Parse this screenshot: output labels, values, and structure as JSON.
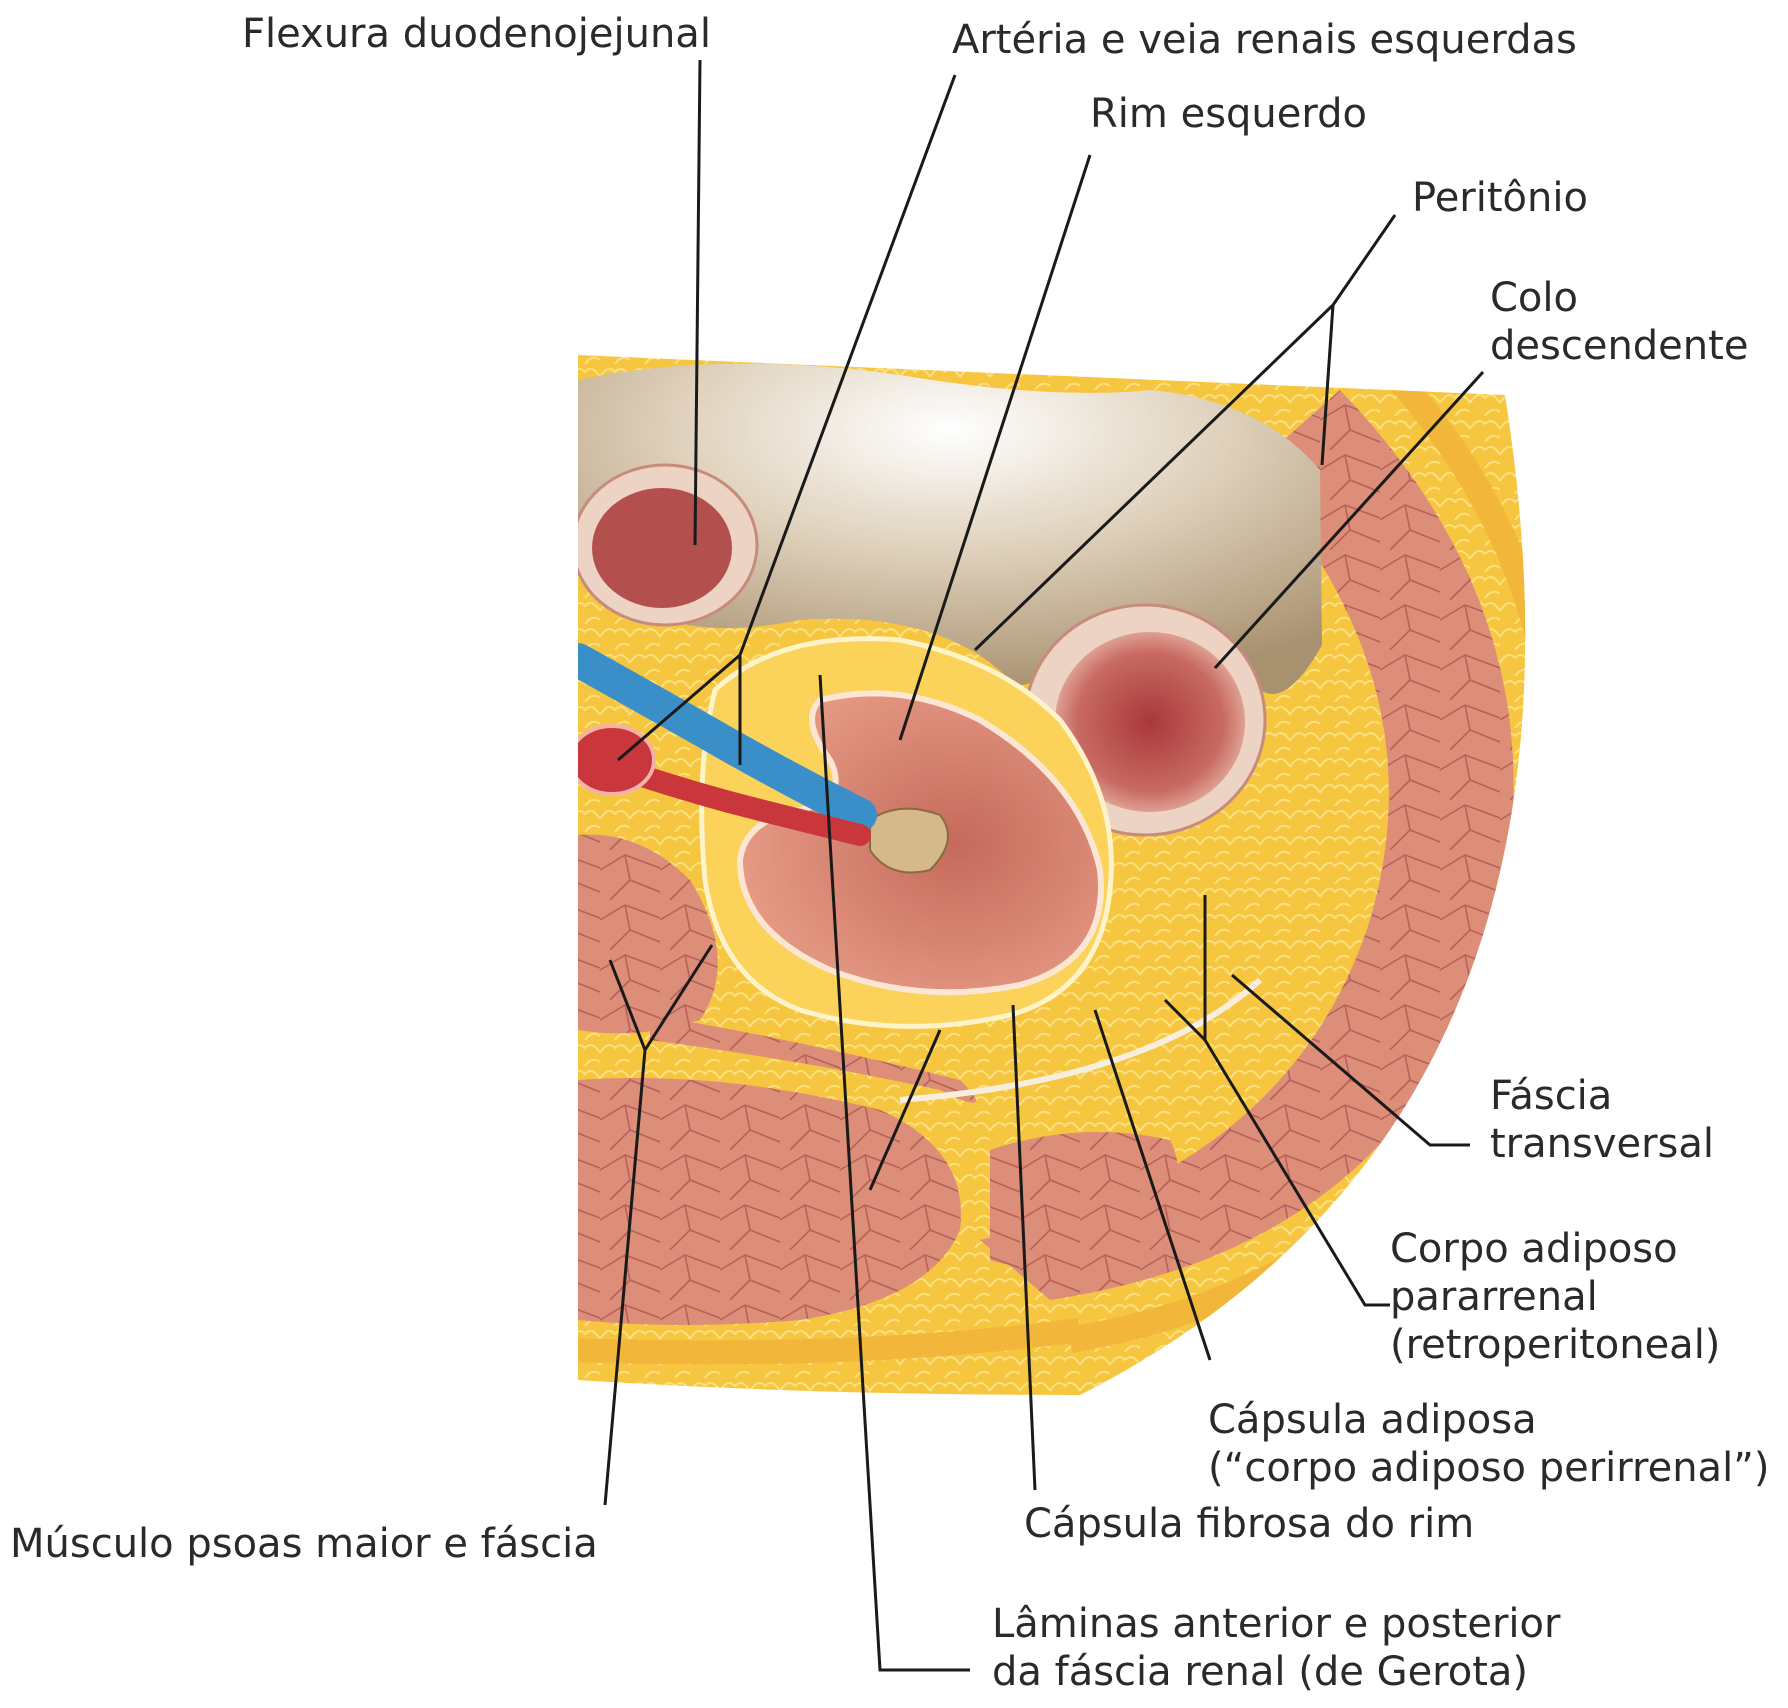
{
  "labels": {
    "flexura": "Flexura duodenojejunal",
    "arteria_veia": "Artéria e veia renais esquerdas",
    "rim": "Rim esquerdo",
    "peritonio": "Peritônio",
    "colo_l1": "Colo",
    "colo_l2": "descendente",
    "fascia_l1": "Fáscia",
    "fascia_l2": "transversal",
    "corpo_l1": "Corpo adiposo",
    "corpo_l2": "pararrenal",
    "corpo_l3": "(retroperitoneal)",
    "capsula_adiposa_l1": "Cápsula adiposa",
    "capsula_adiposa_l2": "(“corpo adiposo perirrenal”)",
    "capsula_fibrosa": "Cápsula fibrosa do rim",
    "psoas": "Músculo psoas maior e fáscia",
    "laminas_l1": "Lâminas anterior e posterior",
    "laminas_l2": "da fáscia renal (de Gerota)"
  },
  "colors": {
    "fat": "#f5c542",
    "muscle": "#d9836c",
    "kidney": "#d97a68",
    "vein": "#3b8fc9",
    "artery": "#c9363b",
    "cavity": "#c9b69a",
    "leader": "#1a1a1a"
  }
}
